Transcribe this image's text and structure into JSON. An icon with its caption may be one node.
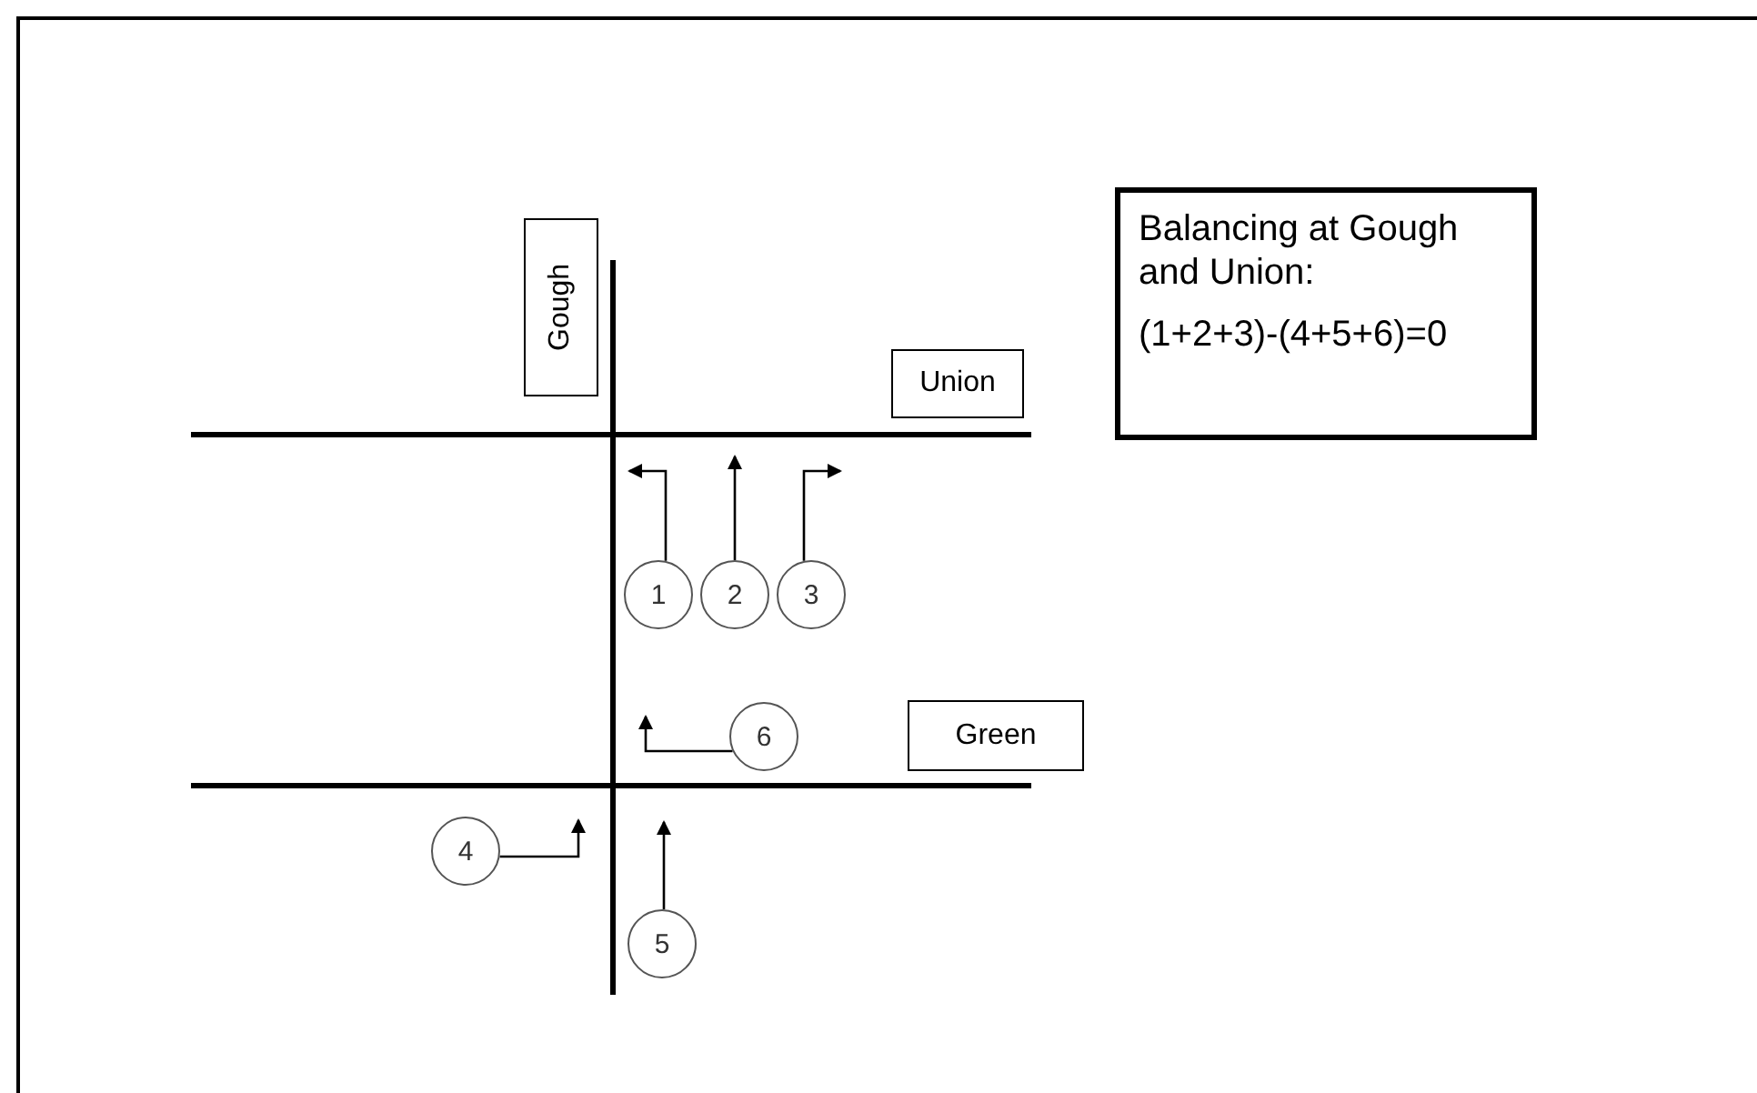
{
  "diagram": {
    "nodes": [
      {
        "text": [
          "Gough"
        ]
      },
      {
        "text": [
          "Union"
        ]
      },
      {
        "text": [
          "Balancing at Gough and Union:",
          "(1+2+3)-(4+5+6)=0"
        ]
      },
      {
        "text": [
          "1"
        ]
      },
      {
        "text": [
          "2"
        ]
      },
      {
        "text": [
          "3"
        ]
      },
      {
        "text": [
          "6"
        ]
      },
      {
        "text": [
          "Green"
        ]
      },
      {
        "text": [
          "4"
        ]
      },
      {
        "text": [
          "5"
        ]
      }
    ],
    "edges": [
      {
        "from": 3,
        "to": null,
        "arrow": "to"
      },
      {
        "from": 4,
        "to": null,
        "arrow": "to"
      },
      {
        "from": 5,
        "to": null,
        "arrow": "to"
      },
      {
        "from": 6,
        "to": null,
        "arrow": "to"
      },
      {
        "from": 8,
        "to": null,
        "arrow": "to"
      },
      {
        "from": 9,
        "to": null,
        "arrow": "to"
      }
    ]
  }
}
